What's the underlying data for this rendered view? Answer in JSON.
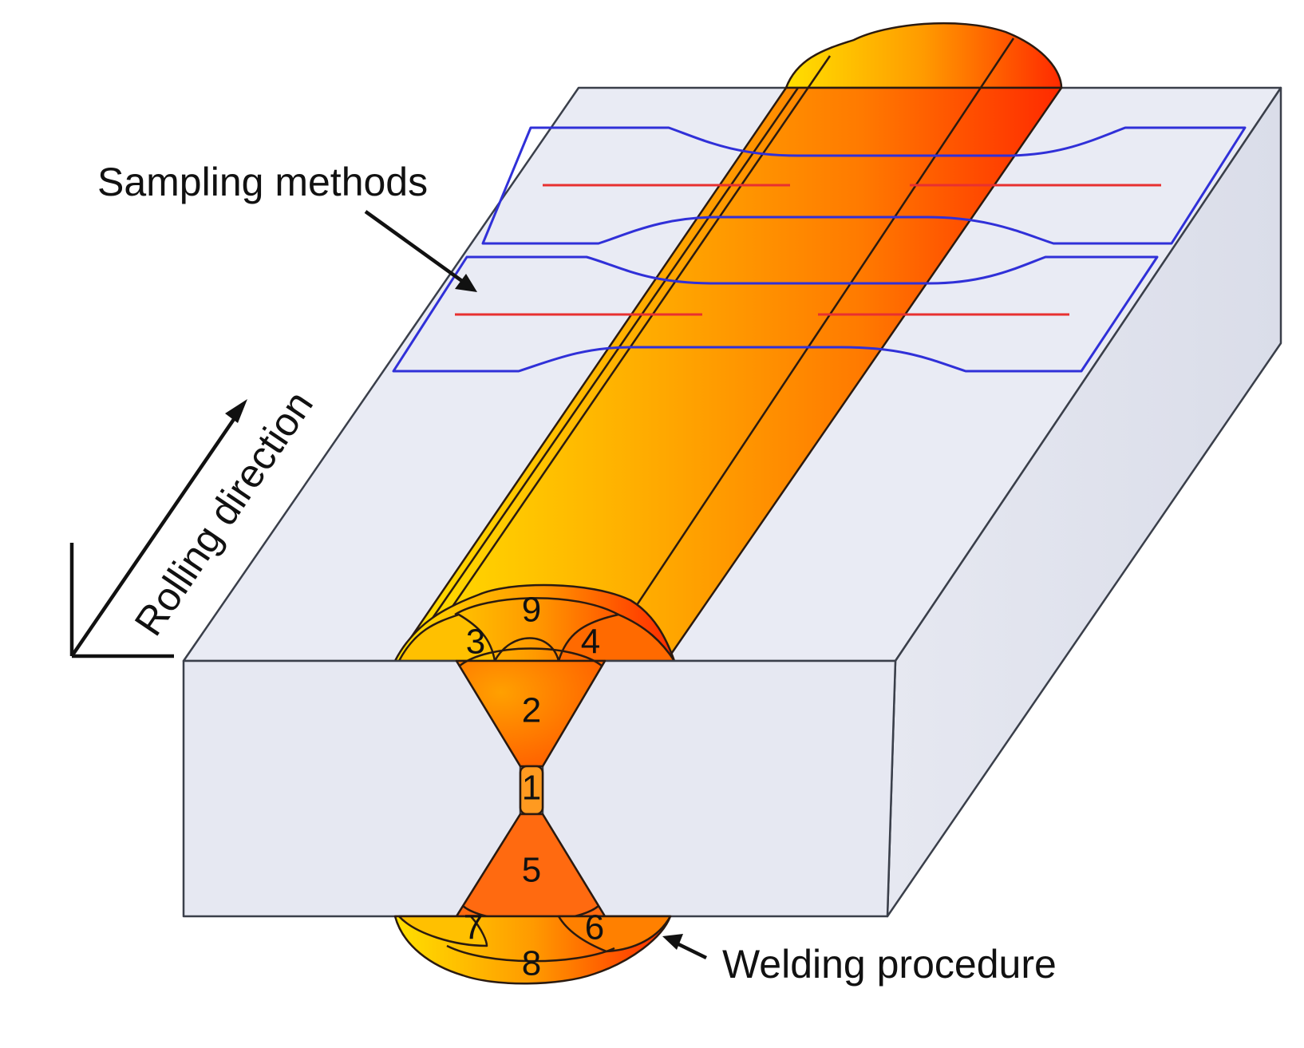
{
  "labels": {
    "sampling_methods": "Sampling methods",
    "rolling_direction": "Rolling direction",
    "welding_procedure": "Welding procedure"
  },
  "passes": [
    "1",
    "2",
    "3",
    "4",
    "5",
    "6",
    "7",
    "8",
    "9"
  ],
  "colors": {
    "plate_top": "#e9ebf4",
    "plate_front": "#e6e8f2",
    "plate_side": "#dfe2ee",
    "weld_yellow": "#ffd700",
    "weld_orange": "#ff8c00",
    "weld_red": "#ff2a00",
    "specimen_outline": "#3030d8",
    "specimen_axis": "#e83030"
  }
}
